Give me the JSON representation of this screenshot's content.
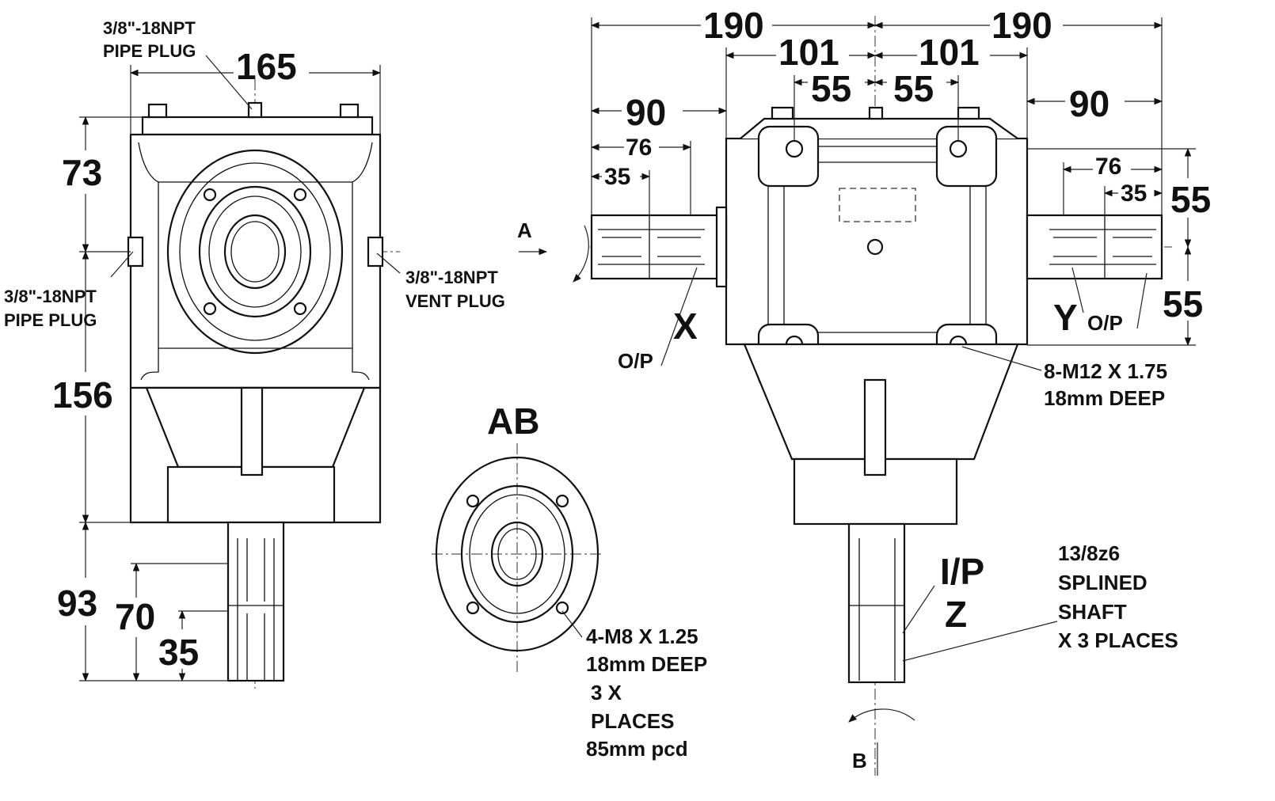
{
  "dimensions": {
    "side_width": "165",
    "side_upper_height": "73",
    "side_body_height": "156",
    "side_input_length": "93",
    "side_spline_70": "70",
    "side_spline_35": "35",
    "front_half_left": "190",
    "front_half_right": "190",
    "front_body_left": "101",
    "front_body_right": "101",
    "front_bolt_left": "55",
    "front_bolt_right": "55",
    "front_shaft_left": "90",
    "front_shaft_right": "90",
    "front_spline_left_76": "76",
    "front_spline_left_35": "35",
    "front_spline_right_76": "76",
    "front_spline_right_35": "35",
    "front_height_upper": "55",
    "front_height_lower": "55"
  },
  "labels": {
    "top_plug_line1": "3/8\"-18NPT",
    "top_plug_line2": "PIPE PLUG",
    "left_plug_line1": "3/8\"-18NPT",
    "left_plug_line2": "PIPE PLUG",
    "vent_plug_line1": "3/8\"-18NPT",
    "vent_plug_line2": "VENT PLUG",
    "view_ab": "AB",
    "flange_note_line1": "4-M8 X 1.25",
    "flange_note_line2": "18mm DEEP",
    "flange_note_line3": "3 X",
    "flange_note_line4": "PLACES",
    "flange_note_line5": "85mm pcd",
    "rotation_a": "A",
    "rotation_b": "B",
    "output_x_letter": "X",
    "output_x_op": "O/P",
    "output_y_letter": "Y",
    "output_y_op": "O/P",
    "tapped_holes_line1": "8-M12 X 1.75",
    "tapped_holes_line2": "18mm DEEP",
    "input_ip": "I/P",
    "input_z": "Z",
    "spline_note_line1": "13/8z6",
    "spline_note_line2": "SPLINED",
    "spline_note_line3": "SHAFT",
    "spline_note_line4": "X 3 PLACES"
  }
}
